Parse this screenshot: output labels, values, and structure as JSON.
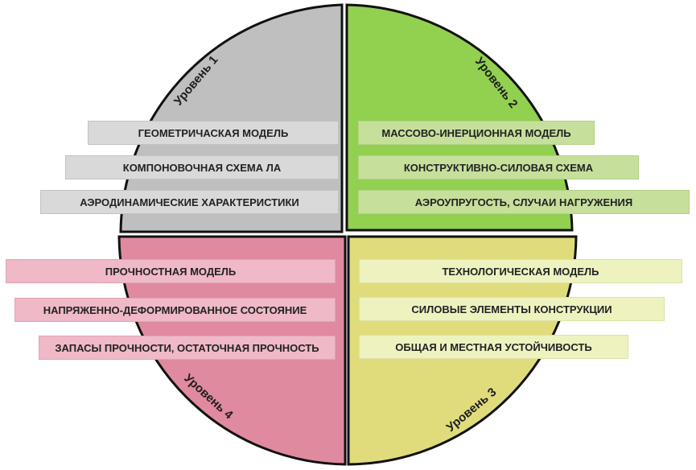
{
  "colors": {
    "q1": "#bfbfbf",
    "q2": "#92d050",
    "q3": "#e0dc7c",
    "q4": "#e08a9f",
    "outline": "#111111"
  },
  "levels": {
    "q1": "Уровень 1",
    "q2": "Уровень 2",
    "q3": "Уровень 3",
    "q4": "Уровень 4"
  },
  "boxes": {
    "q1": [
      "ГЕОМЕТРИЧАСКАЯ МОДЕЛЬ",
      "КОМПОНОВОЧНАЯ СХЕМА ЛА",
      "АЭРОДИНАМИЧЕСКИЕ ХАРАКТЕРИСТИКИ"
    ],
    "q2": [
      "МАССОВО-ИНЕРЦИОННАЯ МОДЕЛЬ",
      "КОНСТРУКТИВНО-СИЛОВАЯ СХЕМА",
      "АЭРОУПРУГОСТЬ, СЛУЧАИ НАГРУЖЕНИЯ"
    ],
    "q3": [
      "ТЕХНОЛОГИЧЕСКАЯ МОДЕЛЬ",
      "СИЛОВЫЕ ЭЛЕМЕНТЫ КОНСТРУКЦИИ",
      "ОБЩАЯ И МЕСТНАЯ УСТОЙЧИВОСТЬ"
    ],
    "q4": [
      "ПРОЧНОСТНАЯ МОДЕЛЬ",
      "НАПРЯЖЕННО-ДЕФОРМИРОВАННОЕ СОСТОЯНИЕ",
      "ЗАПАСЫ ПРОЧНОСТИ, ОСТАТОЧНАЯ ПРОЧНОСТЬ"
    ]
  }
}
